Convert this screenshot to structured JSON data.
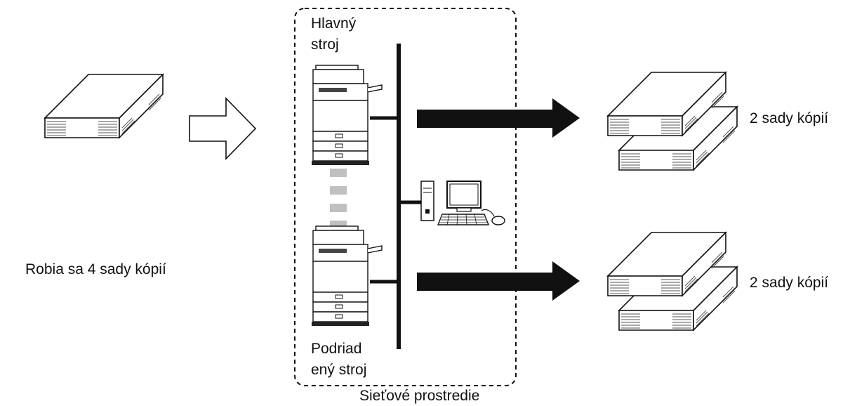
{
  "source": {
    "label": "Robia sa 4 sady kópií",
    "icon": "paper-stack-icon"
  },
  "network": {
    "label": "Sieťové prostredie",
    "main_machine": {
      "line1": "Hlavný",
      "line2": "stroj",
      "icon": "copier-icon"
    },
    "sub_machine": {
      "line1": "Podriad",
      "line2": "ený stroj",
      "icon": "copier-icon"
    },
    "computer_icon": "computer-icon"
  },
  "outputs": [
    {
      "label": "2 sady kópií",
      "icon": "paper-stacks-icon"
    },
    {
      "label": "2 sady kópií",
      "icon": "paper-stacks-icon"
    }
  ],
  "colors": {
    "line": "#111111",
    "dashed_link": "#c0c0c0"
  }
}
